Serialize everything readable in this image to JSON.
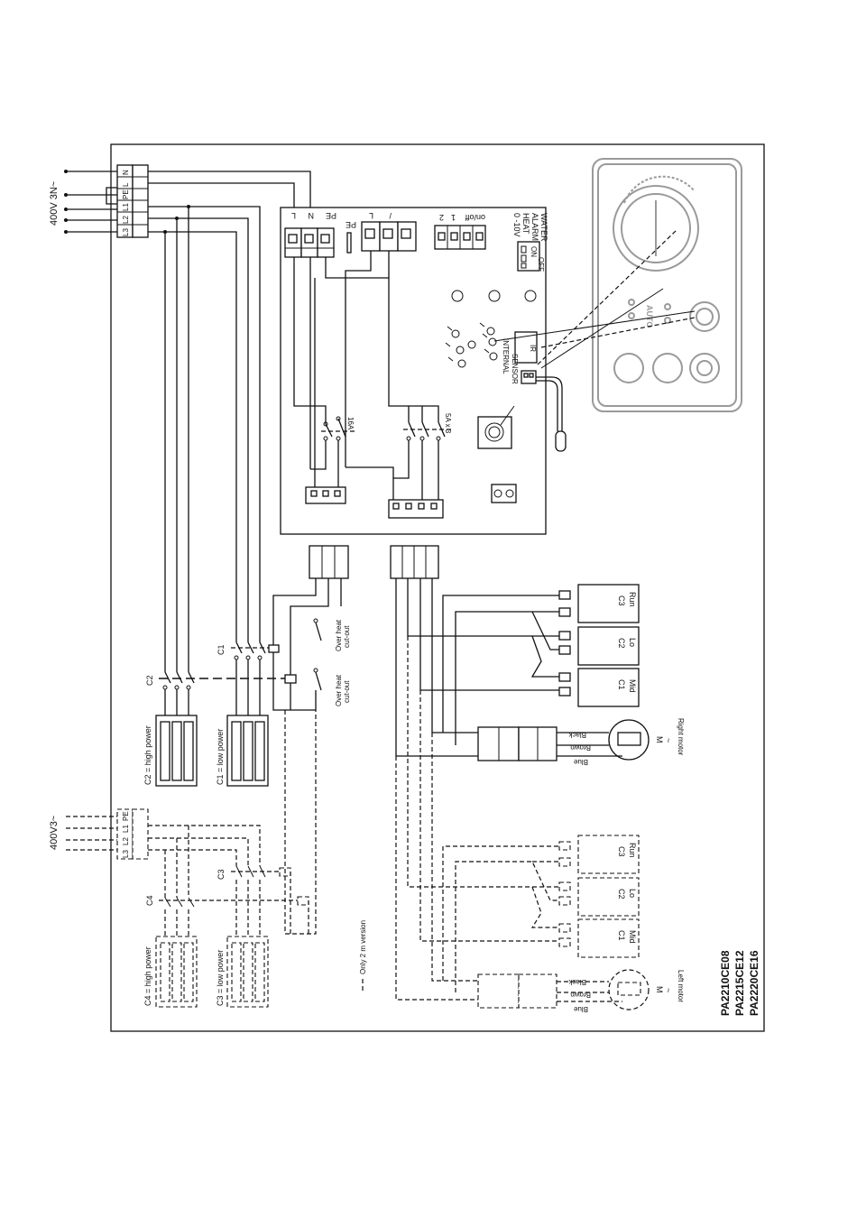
{
  "supply": {
    "three_phase_n": "400V 3N~",
    "three_phase": "400V3~",
    "terminals_main": [
      "L3",
      "L2",
      "L1",
      "PE",
      "L",
      "N"
    ],
    "terminals_aux": [
      "L3",
      "L2",
      "L1",
      "PE"
    ]
  },
  "board": {
    "mains_terminals": [
      "L",
      "N",
      "PE"
    ],
    "pe_label": "PE",
    "output_terminals": [
      "L",
      "/"
    ],
    "control_terminals": [
      "2",
      "1",
      "on/off"
    ],
    "signal_labels": [
      "0 -10V",
      "HEAT",
      "ALARM",
      "WATER"
    ],
    "dip_labels": [
      "ON",
      "OFF"
    ],
    "fuse_16a": "16A",
    "relays": "5A x 3",
    "ir_label": "IR",
    "internal_sensor": [
      "INTERNAL",
      "SENSOR"
    ]
  },
  "panel": {
    "auto_label": "AUTO"
  },
  "heating": {
    "contactor_c1": "C1",
    "contactor_c2": "C2",
    "contactor_c3": "C3",
    "contactor_c4": "C4",
    "c1_power": "C1 = low power",
    "c2_power": "C2 = high power",
    "c3_power": "C3 = low power",
    "c4_power": "C4 = high power",
    "overheat_1": [
      "Over heat",
      "cut-out"
    ],
    "overheat_2": [
      "Over heat",
      "cut-out"
    ]
  },
  "fan": {
    "capacitors": [
      {
        "code": "C3",
        "speed": "Run"
      },
      {
        "code": "C2",
        "speed": "Lo"
      },
      {
        "code": "C1",
        "speed": "Mid"
      }
    ],
    "wire_colors": [
      "Black",
      "Brown",
      "Blue"
    ],
    "motor_symbol": "M",
    "motor_ac": "~",
    "right_motor": "Right motor",
    "left_motor": "Left motor"
  },
  "legend": {
    "only_2m": "Only 2 m version"
  },
  "models": [
    "PA2210CE08",
    "PA2215CE12",
    "PA2220CE16"
  ]
}
